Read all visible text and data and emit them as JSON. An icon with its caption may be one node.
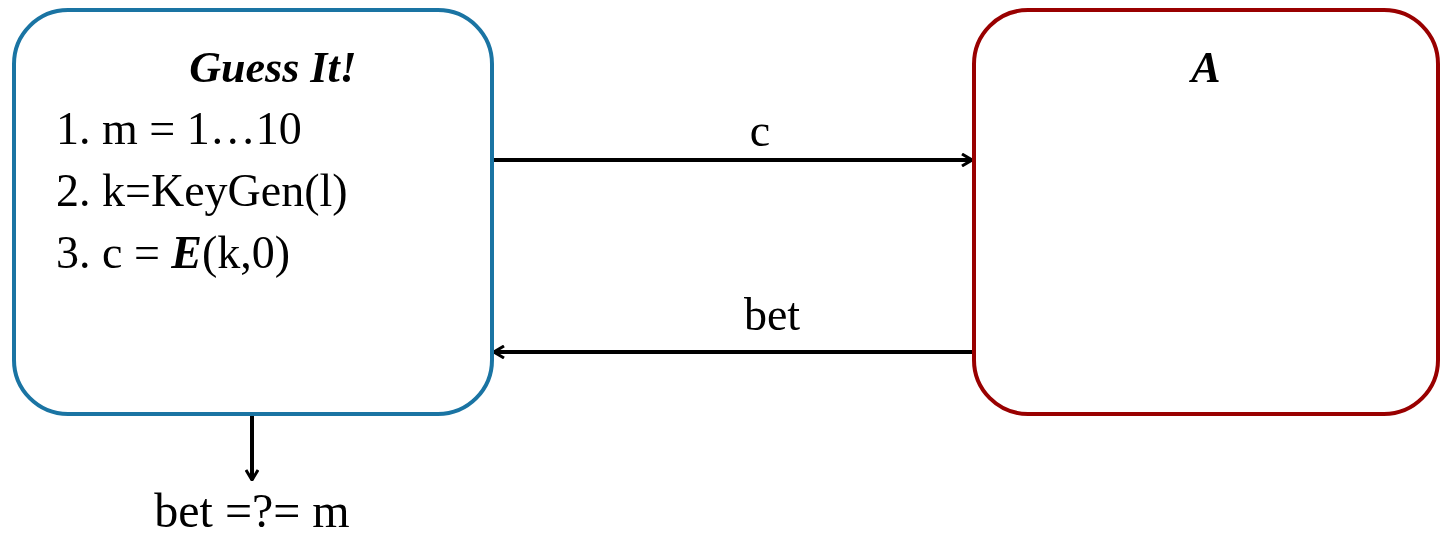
{
  "diagram": {
    "nodes": [
      {
        "text": [
          "Guess It!",
          "1. m = 1…10",
          "2. k=KeyGen(l)",
          "3. c = **E**(k,0)"
        ]
      },
      {
        "text": [
          "A"
        ]
      },
      {
        "text": [
          "bet =?= m"
        ]
      }
    ],
    "edges": [
      {
        "from": 0,
        "to": 1,
        "arrow": "to",
        "label": "c"
      },
      {
        "from": 1,
        "to": 0,
        "arrow": "to",
        "label": "bet"
      },
      {
        "from": 0,
        "to": 2,
        "arrow": "to"
      }
    ]
  }
}
